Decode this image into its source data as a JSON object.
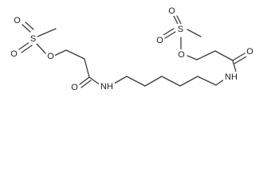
{
  "molecule": {
    "atom_labels": {
      "s_left": "S",
      "o_left_sulfonyl_top": "O",
      "o_left_sulfonyl_bottom": "O",
      "o_left_ester": "O",
      "o_left_carbonyl": "O",
      "nh_left": "NH",
      "nh_right": "NH",
      "o_right_carbonyl": "O",
      "o_right_ester": "O",
      "s_right": "S",
      "o_right_sulfonyl_top": "O",
      "o_right_sulfonyl_bottom": "O"
    }
  }
}
